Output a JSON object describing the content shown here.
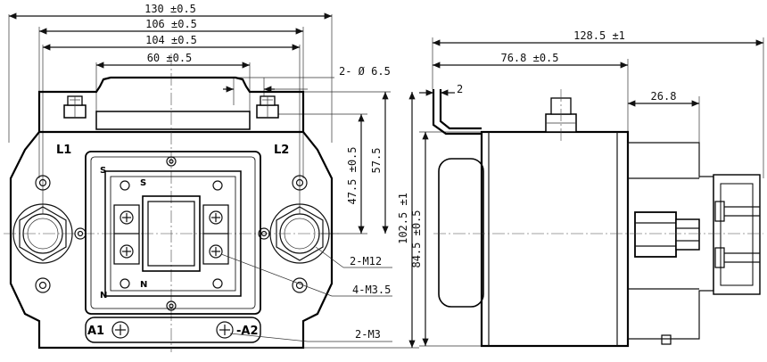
{
  "dimensions": {
    "w130": "130 ±0.5",
    "w106": "106 ±0.5",
    "w104": "104 ±0.5",
    "w60": "60 ±0.5",
    "hole": "2- Ø 6.5",
    "len128": "128.5 ±1",
    "len76": "76.8 ±0.5",
    "len26": "26.8",
    "t2": "2",
    "h47": "47.5 ±0.5",
    "h57": "57.5",
    "h102": "102.5 ±1",
    "h84": "84.5 ±0.5"
  },
  "callouts": {
    "m12": "2-M12",
    "m35": "4-M3.5",
    "m3": "2-M3"
  },
  "terminals": {
    "l1": "L1",
    "l2": "L2",
    "a1": "A1",
    "a2": "-A2",
    "s1": "S",
    "s2": "S",
    "n1": "N",
    "n2": "N"
  }
}
